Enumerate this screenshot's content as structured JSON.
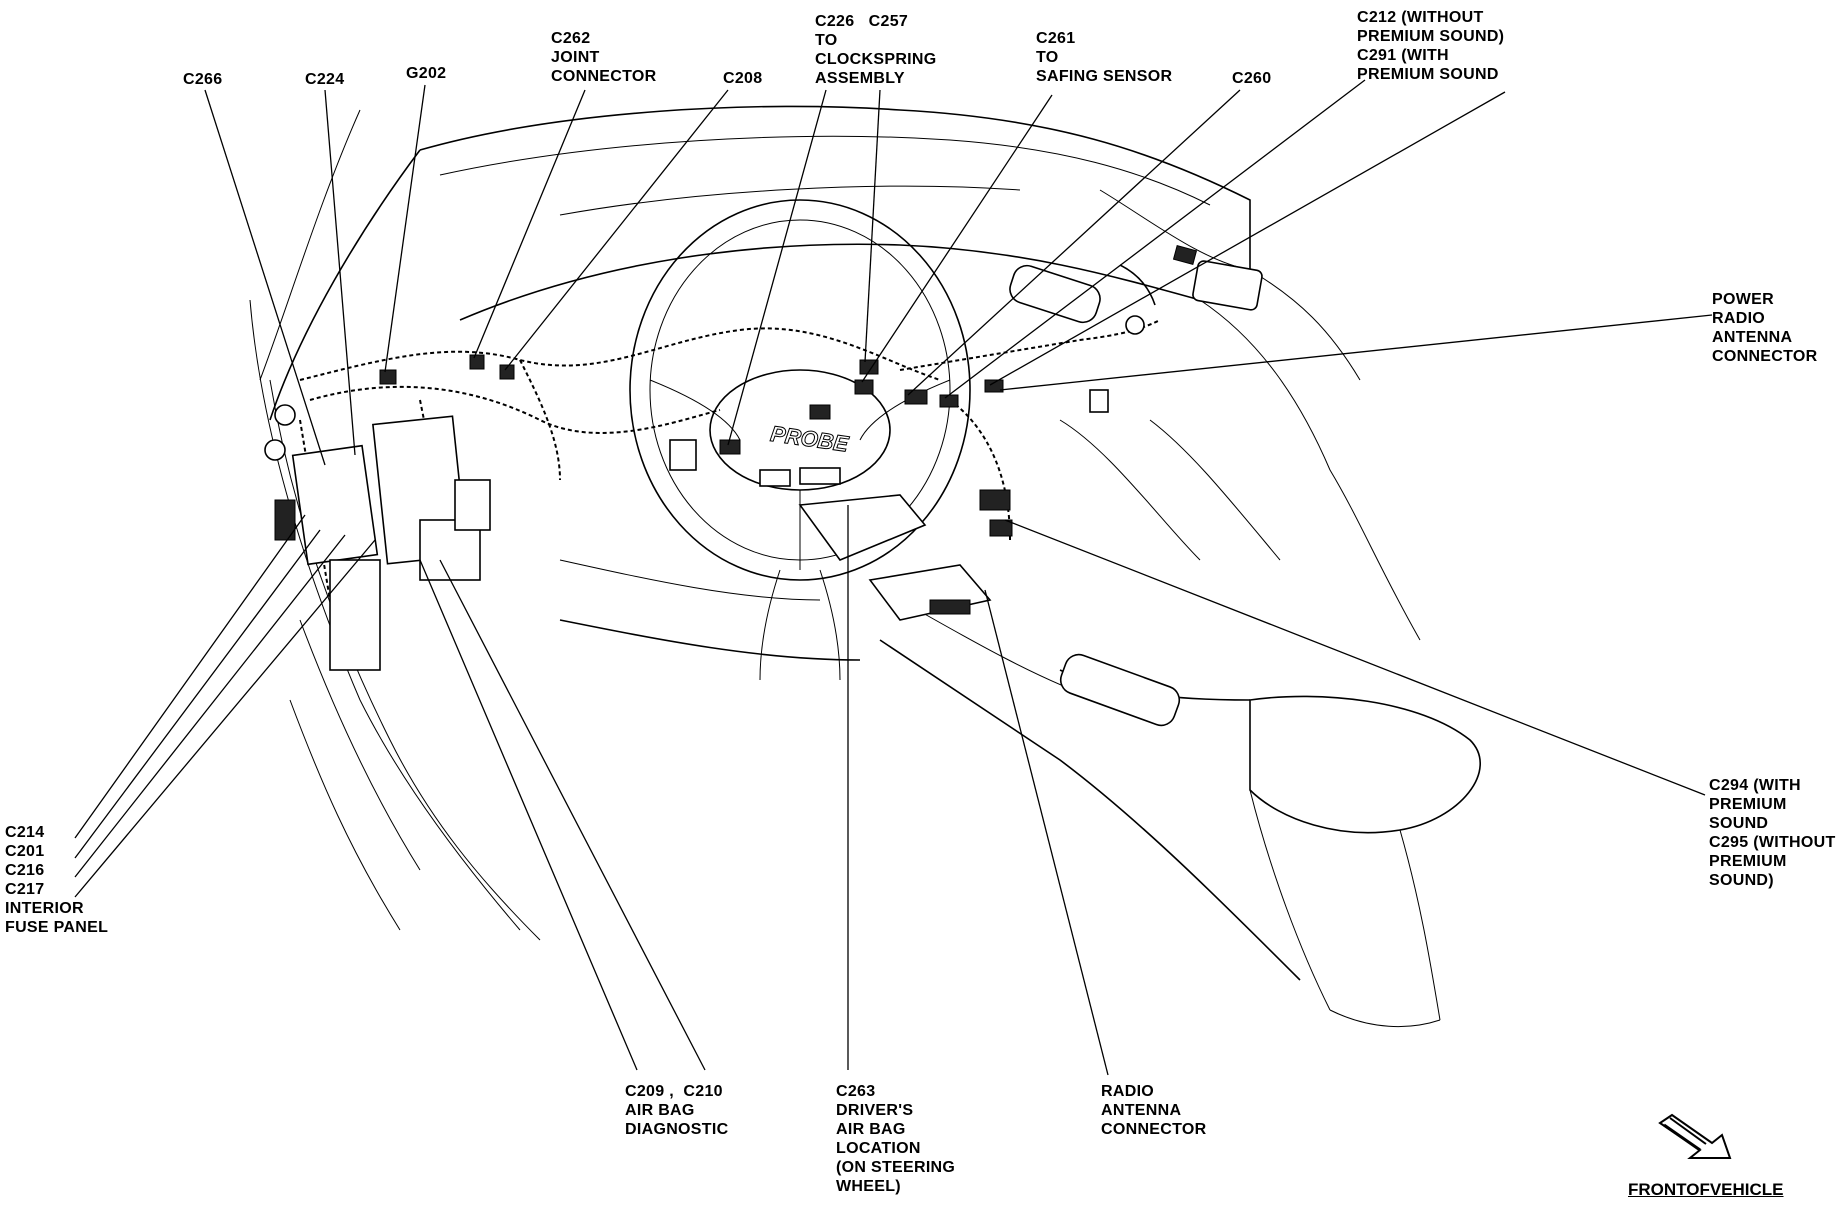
{
  "labels": {
    "c266": [
      "C266"
    ],
    "c224": [
      "C224"
    ],
    "g202": [
      "G202"
    ],
    "c262": [
      "C262",
      "JOINT",
      "CONNECTOR"
    ],
    "c208": [
      "C208"
    ],
    "c226": [
      "C226   C257",
      "TO",
      "CLOCKSPRING",
      "ASSEMBLY"
    ],
    "c261": [
      "C261",
      "TO",
      "SAFING SENSOR"
    ],
    "c260": [
      "C260"
    ],
    "c212": [
      "C212 (WITHOUT",
      "PREMIUM SOUND)",
      "C291 (WITH",
      "PREMIUM SOUND"
    ],
    "power_radio": [
      "POWER",
      "RADIO",
      "ANTENNA",
      "CONNECTOR"
    ],
    "c294": [
      "C294 (WITH",
      "PREMIUM",
      "SOUND",
      "C295 (WITHOUT",
      "PREMIUM",
      "SOUND)"
    ],
    "c214": [
      "C214",
      "C201",
      "C216",
      "C217",
      "INTERIOR",
      "FUSE PANEL"
    ],
    "c209": [
      "C209 ,  C210",
      "AIR BAG",
      "DIAGNOSTIC"
    ],
    "c263": [
      "C263",
      "DRIVER'S",
      "AIR BAG",
      "LOCATION",
      "(ON STEERING",
      "WHEEL)"
    ],
    "radio_antenna": [
      "RADIO",
      "ANTENNA",
      "CONNECTOR"
    ]
  },
  "steering_emblem": "PROBE",
  "front_of_vehicle": "FRONTOFVEHICLE",
  "icons": [
    "front-arrow-icon"
  ]
}
